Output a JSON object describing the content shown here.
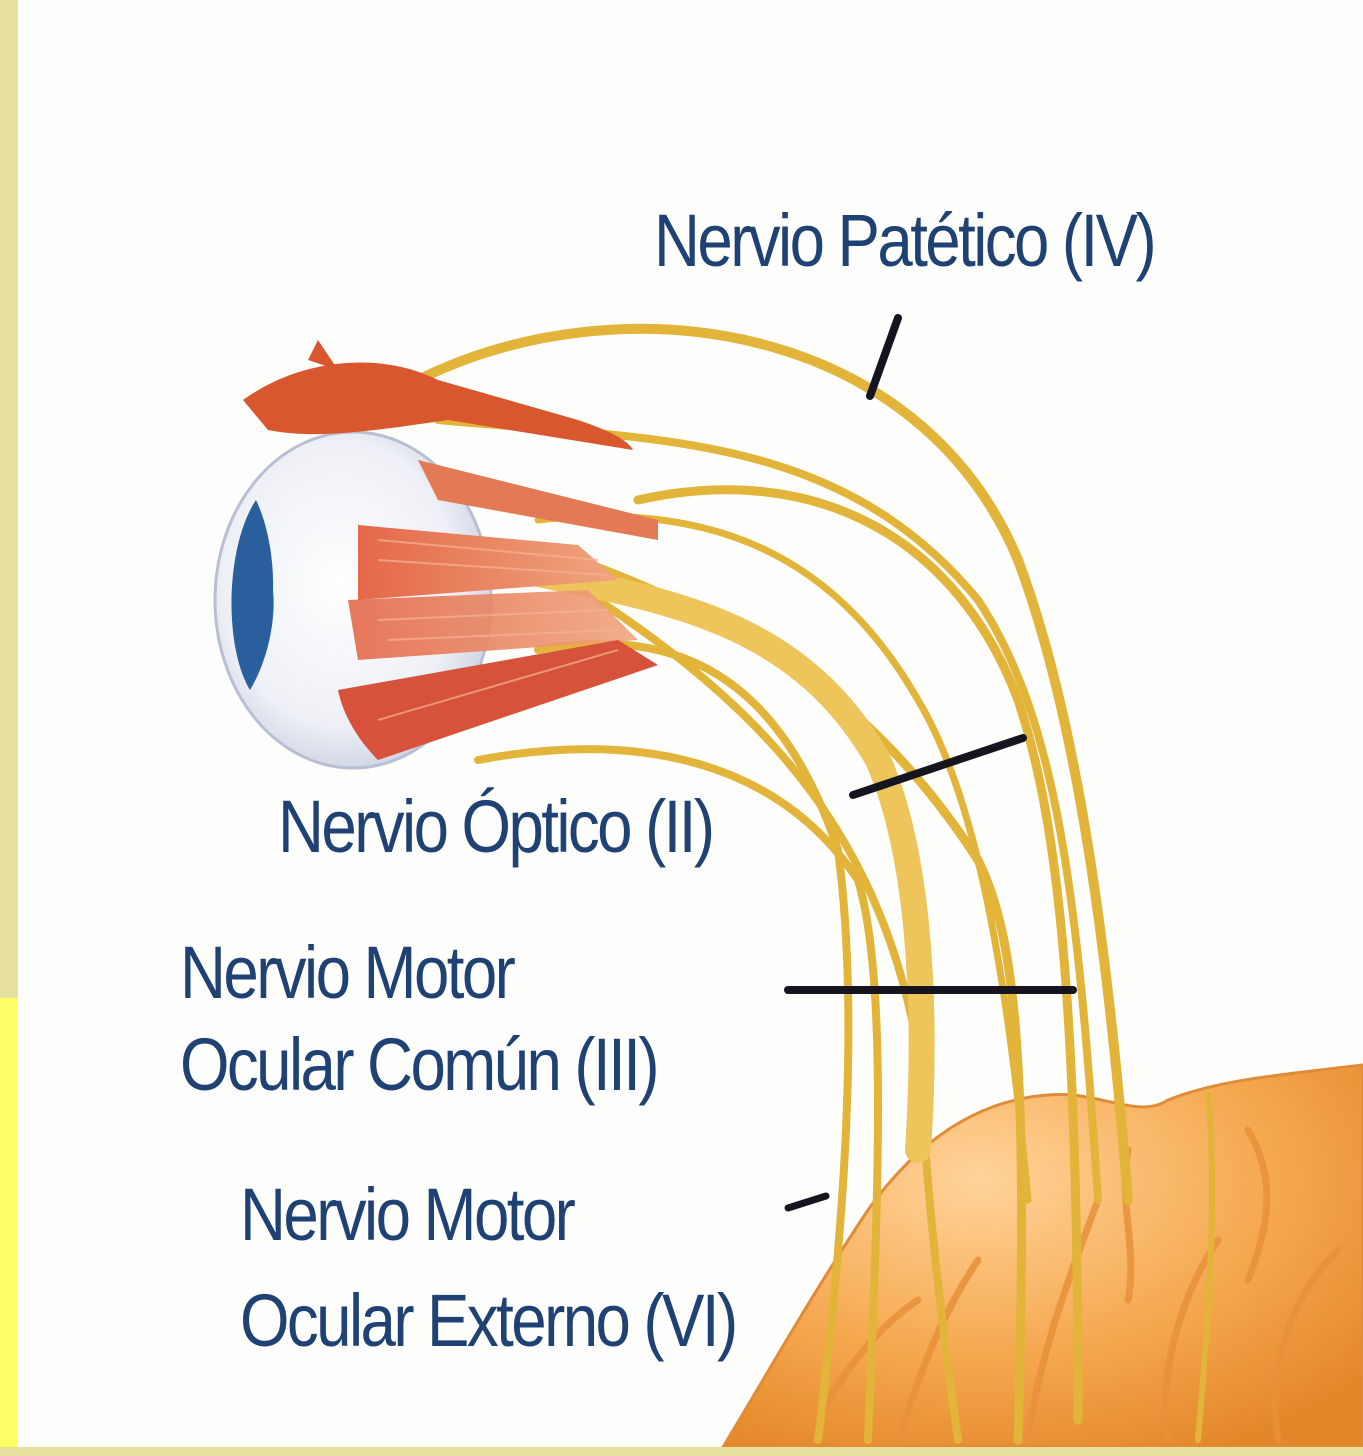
{
  "labels": {
    "trochlear": "Nervio Patético (IV)",
    "optic": "Nervio Óptico (II)",
    "oculomotor_line1": "Nervio Motor",
    "oculomotor_line2": "Ocular Común (III)",
    "abducens_line1": "Nervio Motor",
    "abducens_line2": "Ocular Externo (VI)"
  },
  "colors": {
    "label_text": "#1f4173",
    "frame_khaki": "#e7e1a0",
    "frame_yellow": "#ffff66",
    "nerve": "#e2b43a",
    "muscle": "#d9572e",
    "brain": "#f2a24a",
    "iris": "#2a5f9e"
  }
}
